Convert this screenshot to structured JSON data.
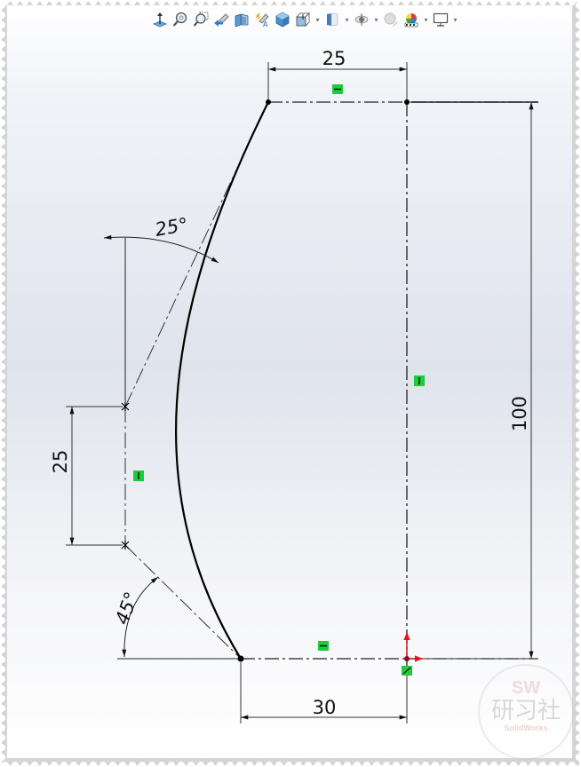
{
  "toolbar": {
    "items": [
      {
        "name": "normal-to",
        "dropdown": false
      },
      {
        "name": "zoom-to-fit",
        "dropdown": false
      },
      {
        "name": "zoom-to-area",
        "dropdown": false
      },
      {
        "name": "previous-view",
        "dropdown": false
      },
      {
        "name": "section-view",
        "dropdown": false
      },
      {
        "name": "dynamic-annotation-views",
        "dropdown": false
      },
      {
        "name": "view-orientation",
        "dropdown": false
      },
      {
        "name": "display-style",
        "dropdown": true
      },
      {
        "name": "hide-show-items",
        "dropdown": true
      },
      {
        "name": "edit-appearance",
        "dropdown": true
      },
      {
        "name": "apply-scene",
        "dropdown": false
      },
      {
        "name": "view-settings",
        "dropdown": true
      },
      {
        "name": "display-monitor",
        "dropdown": true
      }
    ],
    "dropdown_glyph": "▾"
  },
  "sketch": {
    "dimensions": {
      "top_width": "25",
      "bottom_width": "30",
      "height": "100",
      "left_vertical": "25",
      "upper_angle": "25°",
      "lower_angle": "45°"
    },
    "relations": {
      "horizontal_top": "–",
      "horizontal_bottom": "–",
      "vertical_centerline": "|",
      "vertical_construction": "|"
    },
    "colors": {
      "relation_badge": "#1ecb3c",
      "origin_arrow": "#e0141e",
      "geometry": "#000000",
      "dimension": "#222222"
    }
  },
  "watermark": {
    "logo": "SW",
    "chinese": "研习社",
    "brand": "SolidWorks"
  }
}
